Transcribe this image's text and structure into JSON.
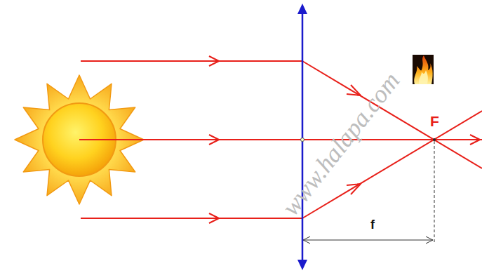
{
  "diagram": {
    "labels": [
      "F",
      "f",
      "www.halapa.com"
    ]
  }
}
